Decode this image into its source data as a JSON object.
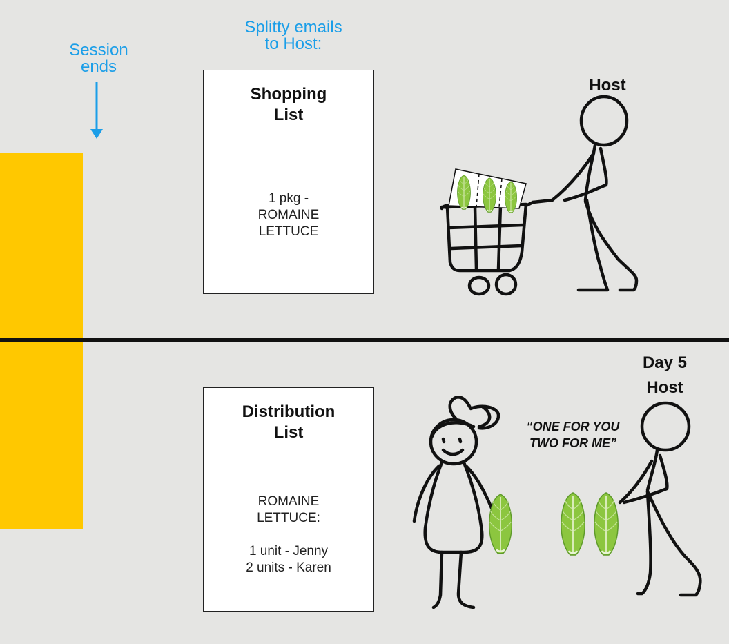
{
  "annotations": {
    "session_ends": [
      "Session",
      "ends"
    ],
    "splitty_emails": [
      "Splitty emails",
      "to Host:"
    ]
  },
  "shopping_card": {
    "title": [
      "Shopping",
      "List"
    ],
    "body": [
      "1 pkg -",
      "ROMAINE",
      "LETTUCE"
    ]
  },
  "distribution_card": {
    "title": [
      "Distribution",
      "List"
    ],
    "body": [
      "ROMAINE",
      "LETTUCE:",
      "",
      "1 unit - Jenny",
      "2 units - Karen"
    ]
  },
  "labels": {
    "host_top": "Host",
    "day": "Day 5",
    "host_bottom": "Host",
    "quote": [
      "“ONE FOR YOU",
      "TWO FOR ME”"
    ]
  },
  "colors": {
    "background": "#e5e5e3",
    "accent_blue": "#1b9ee8",
    "timeline_yellow": "#ffc800",
    "ink": "#111111",
    "lettuce_green": "#8cc63f"
  },
  "icons": {
    "arrow": "down-arrow-icon",
    "shopper": "stick-figure-icon",
    "cart": "shopping-cart-icon",
    "lettuce": "romaine-lettuce-icon",
    "girl": "stick-figure-girl-icon"
  }
}
